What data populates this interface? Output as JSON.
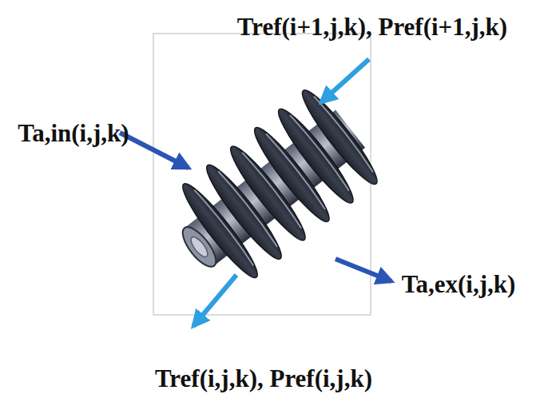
{
  "diagram": {
    "labels": [
      "Tref(i+1,j,k), Pref(i+1,j,k)",
      "Ta,in(i,j,k)",
      "Ta,ex(i,j,k)",
      "Tref(i,j,k), Pref(i,j,k)"
    ]
  }
}
